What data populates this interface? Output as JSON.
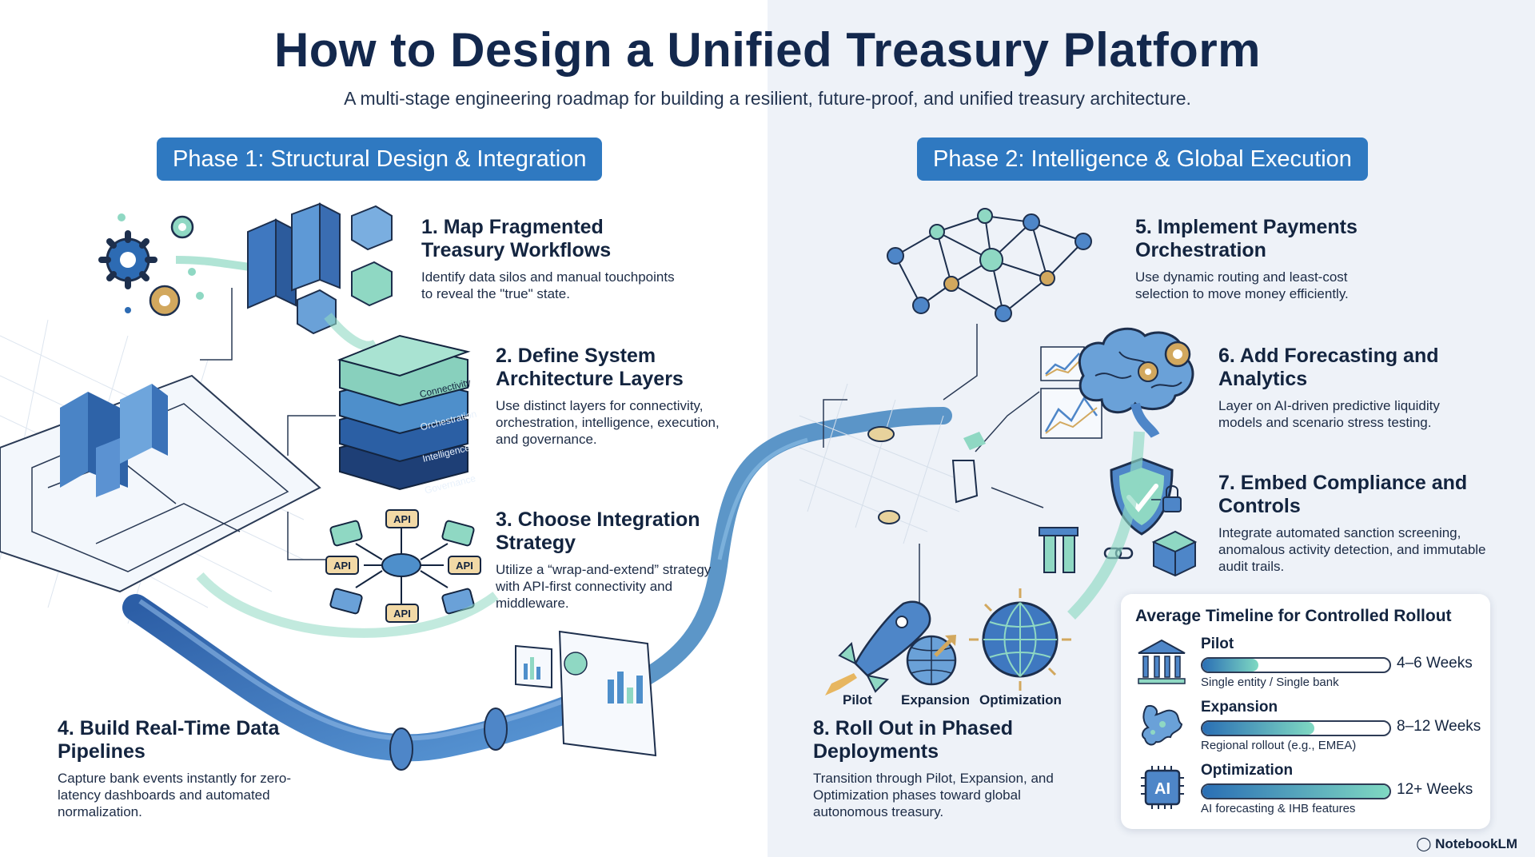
{
  "header": {
    "title": "How to Design a Unified Treasury Platform",
    "subtitle": "A multi-stage engineering roadmap for building a resilient, future-proof, and unified treasury architecture."
  },
  "phases": [
    {
      "label": "Phase 1: Structural Design & Integration"
    },
    {
      "label": "Phase 2: Intelligence & Global Execution"
    }
  ],
  "steps": [
    {
      "title": "1. Map Fragmented Treasury Workflows",
      "desc": "Identify data silos and manual touchpoints to reveal the \"true\" state."
    },
    {
      "title": "2. Define System Architecture Layers",
      "desc": "Use distinct layers for connectivity, orchestration, intelligence, execution, and governance."
    },
    {
      "title": "3. Choose Integration Strategy",
      "desc": "Utilize a “wrap-and-extend” strategy with API-first connectivity and middleware."
    },
    {
      "title": "4. Build Real-Time Data Pipelines",
      "desc": "Capture bank events instantly for zero-latency dashboards and automated normalization."
    },
    {
      "title": "5. Implement Payments Orchestration",
      "desc": "Use dynamic routing and least-cost selection to move money efficiently."
    },
    {
      "title": "6. Add Forecasting and Analytics",
      "desc": "Layer on AI-driven predictive liquidity models and scenario stress testing."
    },
    {
      "title": "7. Embed Compliance and Controls",
      "desc": "Integrate automated sanction screening, anomalous activity detection, and immutable audit trails."
    },
    {
      "title": "8. Roll Out in Phased Deployments",
      "desc": "Transition through Pilot, Expansion, and Optimization phases toward global autonomous treasury."
    }
  ],
  "layers": [
    "Connectivity",
    "Orchestration",
    "Intelligence",
    "Governance"
  ],
  "api_labels": [
    "API",
    "API",
    "API",
    "API"
  ],
  "rollout_labels": [
    "Pilot",
    "Expansion",
    "Optimization"
  ],
  "timeline": {
    "title": "Average Timeline for Controlled Rollout",
    "rows": [
      {
        "name": "Pilot",
        "duration": "4–6 Weeks",
        "note": "Single entity / Single bank",
        "fill": 0.3,
        "icon": "bank-icon"
      },
      {
        "name": "Expansion",
        "duration": "8–12 Weeks",
        "note": "Regional rollout (e.g., EMEA)",
        "fill": 0.6,
        "icon": "europe-map-icon"
      },
      {
        "name": "Optimization",
        "duration": "12+ Weeks",
        "note": "AI forecasting & IHB features",
        "fill": 1.0,
        "icon": "ai-chip-icon"
      }
    ],
    "chip_text": "AI"
  },
  "brand": "NotebookLM",
  "colors": {
    "accent": "#2f79c1",
    "teal": "#8fd8c3",
    "navy": "#13284d",
    "gold": "#d2a85e",
    "pipe": "#3e73b8"
  }
}
